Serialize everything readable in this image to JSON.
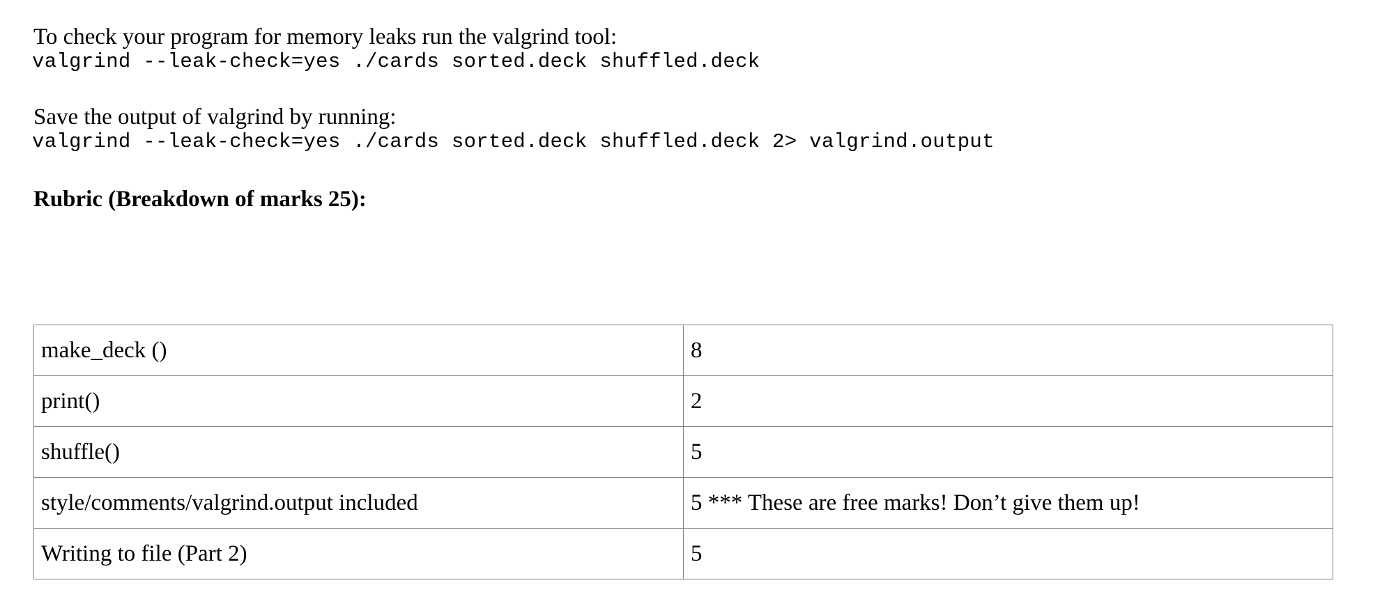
{
  "document": {
    "paragraphs": [
      {
        "intro": "To check your program for memory leaks run the valgrind tool:",
        "command": "valgrind --leak-check=yes ./cards sorted.deck shuffled.deck"
      },
      {
        "intro": "Save the output of valgrind by running:",
        "command": "valgrind --leak-check=yes ./cards sorted.deck shuffled.deck 2> valgrind.output"
      }
    ],
    "rubric_heading": "Rubric (Breakdown of marks 25):",
    "rubric_table": {
      "rows": [
        {
          "item": "make_deck ()",
          "marks": "8"
        },
        {
          "item": "print()",
          "marks": "2"
        },
        {
          "item": "shuffle()",
          "marks": "5"
        },
        {
          "item": "style/comments/valgrind.output included",
          "marks": "5 *** These are free marks!  Don’t give them up!"
        },
        {
          "item": "Writing to file (Part 2)",
          "marks": "5"
        }
      ]
    }
  },
  "colors": {
    "page_background": "#ffffff",
    "text": "#000000",
    "table_border": "#808080"
  }
}
